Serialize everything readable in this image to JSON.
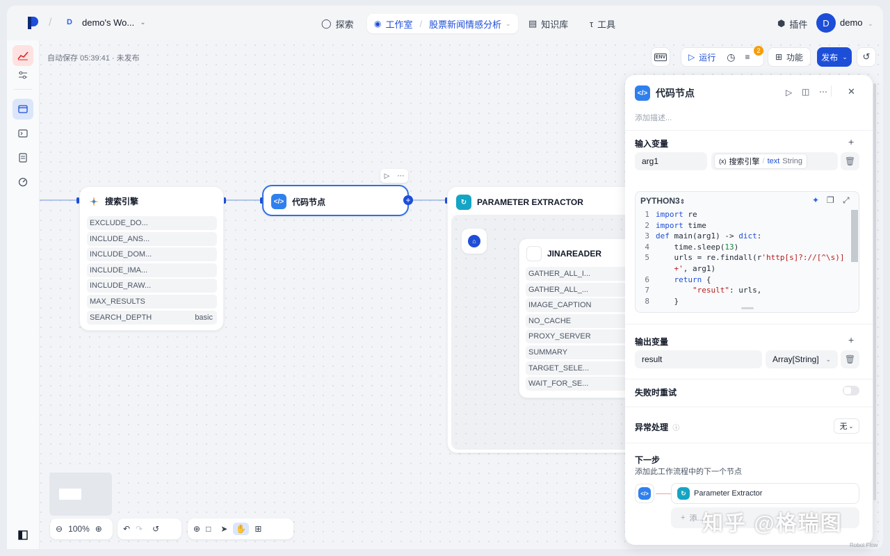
{
  "workspace": {
    "initial": "D",
    "name": "demo's Wo..."
  },
  "nav": {
    "explore": "探索",
    "studio": "工作室",
    "app_name": "股票新闻情感分析",
    "knowledge": "知识库",
    "tools": "工具"
  },
  "header_right": {
    "plugins": "插件",
    "user_initial": "D",
    "user_name": "demo"
  },
  "status": {
    "autosave": "自动保存 05:39:41 · 未发布"
  },
  "toolbar": {
    "env": "ENV",
    "run": "运行",
    "checklist_badge": "2",
    "features": "功能",
    "publish": "发布"
  },
  "nodes": {
    "search": {
      "title": "搜索引擎",
      "params": [
        {
          "name": "EXCLUDE_DO...",
          "value": ""
        },
        {
          "name": "INCLUDE_ANS...",
          "value": ""
        },
        {
          "name": "INCLUDE_DOM...",
          "value": ""
        },
        {
          "name": "INCLUDE_IMA...",
          "value": ""
        },
        {
          "name": "INCLUDE_RAW...",
          "value": ""
        },
        {
          "name": "MAX_RESULTS",
          "value": ""
        },
        {
          "name": "SEARCH_DEPTH",
          "value": "basic"
        }
      ]
    },
    "code": {
      "title": "代码节点"
    },
    "extractor": {
      "title": "PARAMETER EXTRACTOR"
    },
    "jina": {
      "title": "JINAREADER",
      "params": [
        "GATHER_ALL_I...",
        "GATHER_ALL_...",
        "IMAGE_CAPTION",
        "NO_CACHE",
        "PROXY_SERVER",
        "SUMMARY",
        "TARGET_SELE...",
        "WAIT_FOR_SE..."
      ]
    }
  },
  "panel": {
    "title": "代码节点",
    "desc_placeholder": "添加描述...",
    "input_label": "输入变量",
    "input_var": "arg1",
    "input_source_node": "搜索引擎",
    "input_source_var": "text",
    "input_source_type": "String",
    "lang": "PYTHON3",
    "code_lines": [
      {
        "n": "1",
        "html": "<span class='kw'>import</span> re"
      },
      {
        "n": "2",
        "html": "<span class='kw'>import</span> time"
      },
      {
        "n": "3",
        "html": "<span class='kw'>def</span> main(arg1) -> <span class='kw'>dict</span>:"
      },
      {
        "n": "4",
        "html": "    time.sleep(<span class='num'>13</span>)"
      },
      {
        "n": "5",
        "html": "    urls = re.findall(r<span class='str'>'http[s]?://[^\\s)]</span>"
      },
      {
        "n": "",
        "html": "    <span class='str'>+'</span>, arg1)"
      },
      {
        "n": "6",
        "html": "    <span class='kw'>return</span> {"
      },
      {
        "n": "7",
        "html": "        <span class='str'>\"result\"</span>: urls,"
      },
      {
        "n": "8",
        "html": "    }"
      }
    ],
    "output_label": "输出变量",
    "output_var": "result",
    "output_type": "Array[String]",
    "retry_label": "失败时重试",
    "error_label": "异常处理",
    "error_value": "无",
    "next_label": "下一步",
    "next_desc": "添加此工作流程中的下一个节点",
    "next_node": "Parameter Extractor",
    "add_next": "添..."
  },
  "bottom": {
    "zoom": "100%"
  },
  "watermark": "知乎 @格瑞图",
  "brand_footer": "Robot Flow",
  "colors": {
    "accent": "#1d4ed8",
    "code_icon": "#2f80ed",
    "extractor_icon": "#14a5c4"
  }
}
